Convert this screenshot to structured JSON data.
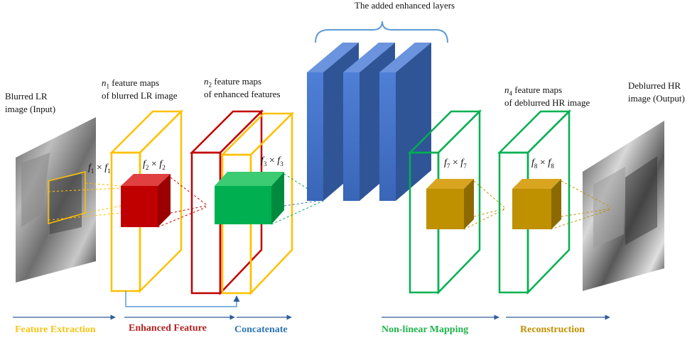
{
  "top_label": "The added enhanced layers",
  "input_label": [
    "Blurred LR",
    "image (Input)"
  ],
  "output_label": [
    "Deblurred HR",
    "image (Output)"
  ],
  "maps": {
    "n1": [
      "n",
      "1",
      " feature maps",
      "of  blurred LR image"
    ],
    "n2": [
      "n",
      "2",
      " feature maps",
      "of  enhanced features"
    ],
    "n4": [
      "n",
      "4",
      " feature maps",
      "of  deblurred HR image"
    ]
  },
  "filters": {
    "f1": [
      "f",
      "1",
      " × ",
      "f",
      "1"
    ],
    "f2": [
      "f",
      "2",
      " × ",
      "f",
      "2"
    ],
    "f3": [
      "f",
      "3",
      " × ",
      "f",
      "3"
    ],
    "f7": [
      "f",
      "7",
      " × ",
      "f",
      "7"
    ],
    "f8": [
      "f",
      "8",
      " × ",
      "f",
      "8"
    ]
  },
  "stages": [
    {
      "label": "Feature Extraction",
      "color": "#F5C518"
    },
    {
      "label": "Enhanced Feature",
      "color": "#B22222"
    },
    {
      "label": "Concatenate",
      "color": "#2E75B6"
    },
    {
      "label": "Non-linear  Mapping",
      "color": "#22B24C"
    },
    {
      "label": "Reconstruction",
      "color": "#BF9000"
    }
  ],
  "colors": {
    "yellow": "#FFC000",
    "red": "#C00000",
    "green": "#00B050",
    "blue": "#4472C4",
    "gold": "#BF9000",
    "arrow": "#2E5C9A"
  }
}
